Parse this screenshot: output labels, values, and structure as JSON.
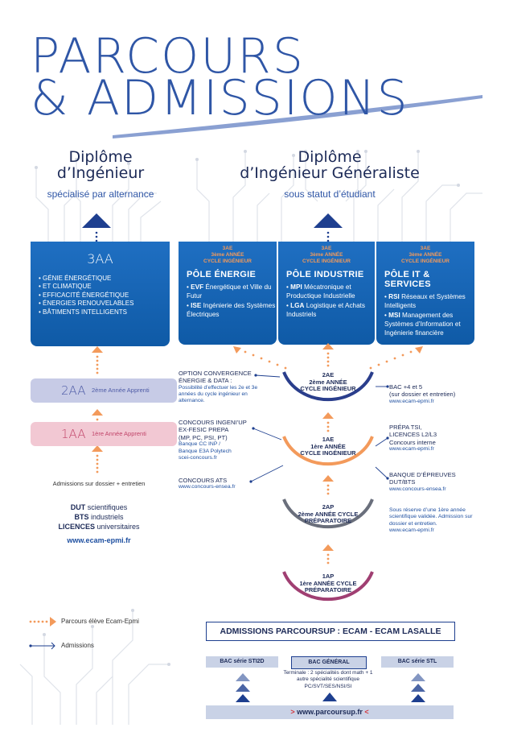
{
  "title": {
    "line1": "PARCOURS",
    "line2": "& ADMISSIONS"
  },
  "left_header": {
    "line1": "Diplôme",
    "line2": "d’Ingénieur",
    "sub": "spécialisé par alternance"
  },
  "right_header": {
    "line1": "Diplôme",
    "line2": "d’Ingénieur Généraliste",
    "sub": "sous statut d’étudiant"
  },
  "card_3aa": {
    "title": "3AA",
    "items": [
      "GÉNIE ÉNERGÉTIQUE",
      "ET CLIMATIQUE",
      "EFFICACITÉ ÉNERGÉTIQUE",
      "ÉNERGIES RENOUVELABLES",
      "BÂTIMENTS INTELLIGENTS"
    ]
  },
  "cards_3ae": [
    {
      "tag1": "3AE",
      "tag2": "3ème ANNÉE",
      "tag3": "CYCLE INGÉNIEUR",
      "pole": "PÔLE ÉNERGIE",
      "items": [
        {
          "code": "EVF",
          "text": "Énergétique et Ville du Futur"
        },
        {
          "code": "ISE",
          "text": "Ingénierie des Systèmes Électriques"
        }
      ]
    },
    {
      "tag1": "3AE",
      "tag2": "3ème ANNÉE",
      "tag3": "CYCLE INGÉNIEUR",
      "pole": "PÔLE INDUSTRIE",
      "items": [
        {
          "code": "MPI",
          "text": "Mécatronique et Productique Industrielle"
        },
        {
          "code": "LGA",
          "text": "Logistique et Achats Industriels"
        }
      ]
    },
    {
      "tag1": "3AE",
      "tag2": "3ème ANNÉE",
      "tag3": "CYCLE INGÉNIEUR",
      "pole": "PÔLE IT & SERVICES",
      "items": [
        {
          "code": "RSI",
          "text": "Réseaux et Systèmes Intelligents"
        },
        {
          "code": "MSI",
          "text": "Management des Systèmes d’Information et Ingénierie financière"
        }
      ]
    }
  ],
  "bar_2aa": {
    "code": "2AA",
    "label": "2ème Année Apprenti"
  },
  "bar_1aa": {
    "code": "1AA",
    "label": "1ère Année Apprenti"
  },
  "left_admission": {
    "intro": "Admissions sur dossier + entretien",
    "line1_b": "DUT",
    "line1": " scientifiques",
    "line2_b": "BTS",
    "line2": " industriels",
    "line3_b": "LICENCES",
    "line3": " universitaires",
    "url": "www.ecam-epmi.fr"
  },
  "arcs": [
    {
      "code": "2AE",
      "l1": "2ème ANNÉE",
      "l2": "CYCLE INGÉNIEUR",
      "color": "#2a3e8c"
    },
    {
      "code": "1AE",
      "l1": "1ère ANNÉE",
      "l2": "CYCLE INGÉNIEUR",
      "color": "#f39a5b"
    },
    {
      "code": "2AP",
      "l1": "2ème ANNÉE CYCLE",
      "l2": "PRÉPARATOIRE",
      "color": "#6a6f7c"
    },
    {
      "code": "1AP",
      "l1": "1ère ANNÉE CYCLE",
      "l2": "PRÉPARATOIRE",
      "color": "#a03f72"
    }
  ],
  "notes_left": {
    "option_title": "OPTION CONVERGENCE",
    "option_title2": "ÉNERGIE & DATA :",
    "option_desc": "Possibilité d’effectuer les 2e et 3e années du cycle ingénieur en alternance.",
    "concours_title": "CONCOURS INGENI’UP",
    "concours_sub": "EX-FESIC PREPA",
    "concours_sub2": "(MP, PC, PSI, PT)",
    "concours_b1": "Banque CC INP /",
    "concours_b2": "Banque E3A Polytech",
    "concours_b3": "scei-concours.fr",
    "ats_title": "CONCOURS ATS",
    "ats_url": "www.concours-ensea.fr"
  },
  "notes_right": {
    "bac_title": "BAC +4 et 5",
    "bac_sub": "(sur dossier et entretien)",
    "bac_url": "www.ecam-epmi.fr",
    "prepa_title": "PRÉPA TSI,",
    "prepa_t2": "LICENCES L2/L3",
    "prepa_t3": "Concours interne",
    "prepa_url": "www.ecam-epmi.fr",
    "banque_title": "BANQUE D’ÉPREUVES",
    "banque_t2": "DUT/BTS",
    "banque_url": "www.concours-ensea.fr",
    "reserve": "Sous réserve d’une 1ère année scientifique validée. Admission sur dossier et entretien.",
    "reserve_url": "www.ecam-epmi.fr"
  },
  "legend": {
    "item1": "Parcours élève Ecam-Epmi",
    "item2": "Admissions"
  },
  "parcoursup": {
    "title": "ADMISSIONS PARCOURSUP : ECAM - ECAM LASALLE",
    "bac1": "BAC série STI2D",
    "bac2": "BAC GÉNÉRAL",
    "bac3": "BAC série STL",
    "general_desc": "Terminale : 2 spécialités dont math + 1 autre spécialité scientifique PC/SVT/SES/NSI/SI",
    "url": "> www.parcoursup.fr <"
  },
  "colors": {
    "brand_blue": "#2f56a6",
    "card_blue": "#1565b8",
    "orange": "#f39a5b",
    "navy": "#1c2a57"
  }
}
